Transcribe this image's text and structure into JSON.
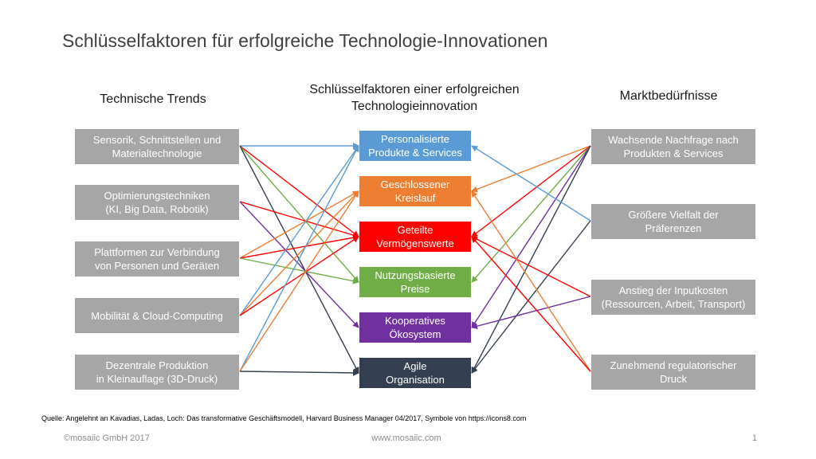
{
  "title": "Schlüsselfaktoren für erfolgreiche Technologie-Innovationen",
  "headers": {
    "left": "Technische Trends",
    "middle": [
      "Schlüsselfaktoren einer erfolgreichen",
      "Technologieinnovation"
    ],
    "right": "Marktbedürfnisse"
  },
  "left": [
    [
      "Sensorik, Schnittstellen und",
      "Materialtechnologie"
    ],
    [
      "Optimierungstechniken",
      "(KI, Big Data, Robotik)"
    ],
    [
      "Plattformen zur Verbindung",
      "von Personen und Geräten"
    ],
    [
      "Mobilität & Cloud-Computing"
    ],
    [
      "Dezentrale Produktion",
      "in Kleinauflage (3D-Druck)"
    ]
  ],
  "middle": [
    {
      "lines": [
        "Personalisierte",
        "Produkte & Services"
      ],
      "color": "#5b9bd5"
    },
    {
      "lines": [
        "Geschlossener",
        "Kreislauf"
      ],
      "color": "#ed7d31"
    },
    {
      "lines": [
        "Geteilte",
        "Vermögenswerte"
      ],
      "color": "#ff0000"
    },
    {
      "lines": [
        "Nutzungsbasierte",
        "Preise"
      ],
      "color": "#70ad47"
    },
    {
      "lines": [
        "Kooperatives",
        "Ökosystem"
      ],
      "color": "#7030a0"
    },
    {
      "lines": [
        "Agile",
        "Organisation"
      ],
      "color": "#333f50"
    }
  ],
  "right": [
    [
      "Wachsende Nachfrage nach",
      "Produkten & Services"
    ],
    [
      "Größere Vielfalt der",
      "Präferenzen"
    ],
    [
      "Anstieg der Inputkosten",
      "(Ressourcen, Arbeit, Transport)"
    ],
    [
      "Zunehmend regulatorischer",
      "Druck"
    ]
  ],
  "connections": {
    "left": [
      [
        0,
        0
      ],
      [
        0,
        2
      ],
      [
        0,
        3
      ],
      [
        0,
        5
      ],
      [
        1,
        2
      ],
      [
        1,
        4
      ],
      [
        2,
        1
      ],
      [
        2,
        2
      ],
      [
        2,
        3
      ],
      [
        3,
        0
      ],
      [
        3,
        1
      ],
      [
        3,
        2
      ],
      [
        4,
        0
      ],
      [
        4,
        1
      ],
      [
        4,
        5
      ]
    ],
    "right": [
      [
        0,
        1
      ],
      [
        0,
        2
      ],
      [
        0,
        3
      ],
      [
        0,
        4
      ],
      [
        0,
        5
      ],
      [
        1,
        0
      ],
      [
        1,
        5
      ],
      [
        2,
        2
      ],
      [
        2,
        4
      ],
      [
        3,
        1
      ],
      [
        3,
        2
      ]
    ]
  },
  "source": "Quelle: Angelehnt an Kavadias, Ladas, Loch: Das transformative Geschäftsmodell, Harvard Business Manager 04/2017, Symbole von https://icons8.com",
  "footer": {
    "left": "©mosaiic GmbH 2017",
    "center": "www.mosaiic.com",
    "right": "1"
  }
}
